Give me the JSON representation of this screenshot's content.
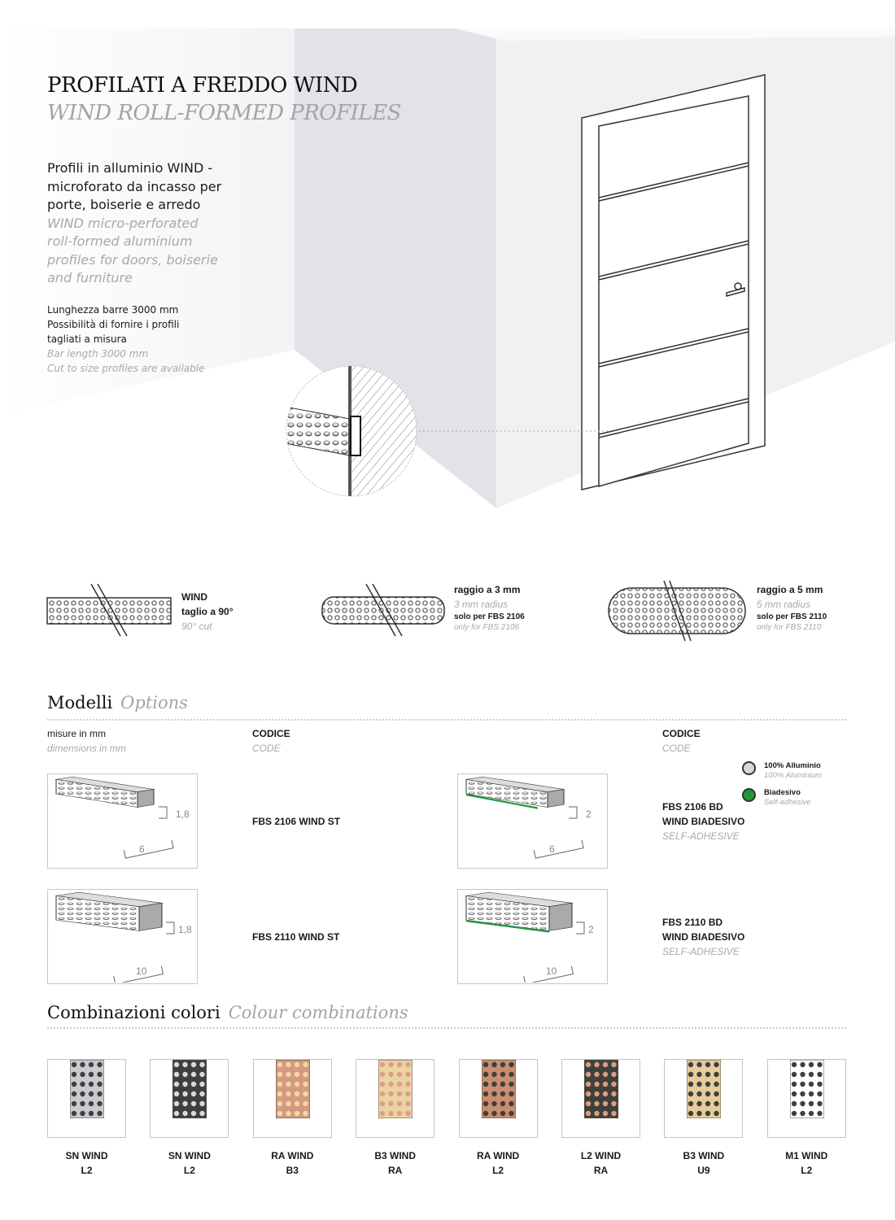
{
  "header": {
    "title_it": "PROFILATI A FREDDO WIND",
    "title_en": "WIND ROLL-FORMED PROFILES"
  },
  "intro": {
    "it_lines": [
      "Profili in alluminio WIND -",
      "microforato da incasso per",
      "porte, boiserie e arredo"
    ],
    "en_lines": [
      "WIND micro-perforated",
      "roll-formed aluminium",
      "profiles for doors, boiserie",
      "and furniture"
    ]
  },
  "bars": {
    "it_lines": [
      "Lunghezza barre 3000 mm",
      "Possibilità di fornire i profili",
      "tagliati a misura"
    ],
    "en_lines": [
      "Bar length 3000 mm",
      "Cut to size profiles are available"
    ]
  },
  "cuts": [
    {
      "title": "WIND",
      "subtitle": "taglio a 90°",
      "en": "90° cut"
    },
    {
      "title": "raggio a 3 mm",
      "en": "3 mm radius",
      "note": "solo per FBS 2106",
      "note_en": "only for FBS 2106"
    },
    {
      "title": "raggio a 5 mm",
      "en": "5 mm radius",
      "note": "solo per FBS 2110",
      "note_en": "only for FBS 2110"
    }
  ],
  "models": {
    "title": "Modelli",
    "title_en": "Options",
    "col_measure": "misure in mm",
    "col_measure_en": "dimensions in mm",
    "col_code": "CODICE",
    "col_code_en": "CODE",
    "legend": [
      {
        "label": "100% Alluminio",
        "en": "100% Aluminium",
        "color": "#d9d9dc"
      },
      {
        "label": "Biadesivo",
        "en": "Self-adhesive",
        "color": "#1f9a3c"
      }
    ],
    "rows": [
      {
        "st_code": "FBS 2106 WIND ST",
        "st_dims": {
          "h": "1,8",
          "w": "6"
        },
        "bd_code": "FBS 2106 BD",
        "bd_name": "WIND BIADESIVO",
        "bd_en": "SELF-ADHESIVE",
        "bd_dims": {
          "h": "2",
          "w": "6"
        }
      },
      {
        "st_code": "FBS 2110 WIND ST",
        "st_dims": {
          "h": "1,8",
          "w": "10"
        },
        "bd_code": "FBS 2110 BD",
        "bd_name": "WIND BIADESIVO",
        "bd_en": "SELF-ADHESIVE",
        "bd_dims": {
          "h": "2",
          "w": "10"
        }
      }
    ]
  },
  "colours": {
    "title": "Combinazioni colori",
    "title_en": "Colour combinations",
    "items": [
      {
        "line1": "SN WIND",
        "line2": "L2",
        "strip": "#c9cbd0",
        "holes": "#3f3f3c"
      },
      {
        "line1": "SN WIND",
        "line2": "L2",
        "strip": "#3f403b",
        "holes": "#d8dade"
      },
      {
        "line1": "RA WIND",
        "line2": "B3",
        "strip": "#d39a7c",
        "holes": "#f1d7a9"
      },
      {
        "line1": "B3 WIND",
        "line2": "RA",
        "strip": "#ecd3a6",
        "holes": "#dd9f82"
      },
      {
        "line1": "RA WIND",
        "line2": "L2",
        "strip": "#cb8d70",
        "holes": "#3f3f3c"
      },
      {
        "line1": "L2 WIND",
        "line2": "RA",
        "strip": "#3f403b",
        "holes": "#dc9d80"
      },
      {
        "line1": "B3 WIND",
        "line2": "U9",
        "strip": "#e6cc9a",
        "holes": "#3f3f3c"
      },
      {
        "line1": "M1 WIND",
        "line2": "L2",
        "strip": "#ffffff",
        "holes": "#3f3f3c"
      }
    ]
  }
}
